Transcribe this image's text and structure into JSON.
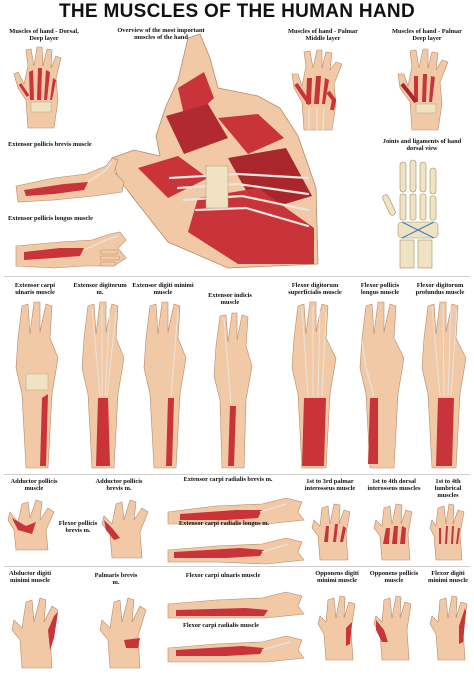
{
  "poster": {
    "title": "THE MUSCLES OF THE HUMAN HAND"
  },
  "panels_top": [
    {
      "key": "dorsal_deep",
      "title": "Muscles of hand - Dorsal, Deep layer"
    },
    {
      "key": "overview",
      "title": "Overview of the most important muscles of the hand"
    },
    {
      "key": "palmar_middle",
      "title": "Muscles of hand - Palmar Middle layer"
    },
    {
      "key": "palmar_deep",
      "title": "Muscles of hand - Palmar Deep layer"
    }
  ],
  "panels_side": [
    {
      "key": "epb",
      "title": "Extensor pollicis brevis muscle"
    },
    {
      "key": "epl",
      "title": "Extensor pollicis longus muscle"
    },
    {
      "key": "joints",
      "title": "Joints and ligaments of hand dorsal view"
    }
  ],
  "panels_middle": [
    {
      "key": "ecu",
      "title": "Extensor carpi ulnaris muscle"
    },
    {
      "key": "ed",
      "title": "Extensor digitorum m."
    },
    {
      "key": "edm",
      "title": "Extensor digiti minimi muscle"
    },
    {
      "key": "ei",
      "title": "Extensor indicis muscle"
    },
    {
      "key": "fds",
      "title": "Flexor digitorum superficialis muscle"
    },
    {
      "key": "fpl",
      "title": "Flexor pollicis longus muscle"
    },
    {
      "key": "fdp",
      "title": "Flexor digitorum profundus muscle"
    }
  ],
  "panels_bottom": [
    {
      "key": "adductor_pollicis",
      "title": "Adductor pollicis muscle"
    },
    {
      "key": "adductor_pollicis_b",
      "title": "Adductor pollicis brevis m."
    },
    {
      "key": "ecrb",
      "title": "Extensor carpi radialis brevis m."
    },
    {
      "key": "palmar_interossei",
      "title": "1st to 3rd palmar interosseus muscle"
    },
    {
      "key": "dorsal_interossei",
      "title": "1st to 4th dorsal interosseus muscles"
    },
    {
      "key": "lumbricals",
      "title": "1st to 4th lumbrical muscles"
    },
    {
      "key": "fpb",
      "title": "Flexor pollicis brevis m."
    },
    {
      "key": "ecrl",
      "title": "Extensor carpi radialis longus m."
    },
    {
      "key": "adm",
      "title": "Abductor digiti minimi muscle"
    },
    {
      "key": "palmaris_brevis",
      "title": "Palmaris brevis m."
    },
    {
      "key": "fcu",
      "title": "Flexor carpi ulnaris muscle"
    },
    {
      "key": "odm",
      "title": "Opponens digiti minimi muscle"
    },
    {
      "key": "opp_pollicis",
      "title": "Opponens pollicis muscle"
    },
    {
      "key": "fdm",
      "title": "Flexor digiti minimi muscle"
    },
    {
      "key": "fcr",
      "title": "Flexor carpi radialis muscle"
    }
  ],
  "colors": {
    "muscle": "#c8343a",
    "muscle_dark": "#8f1f24",
    "skin": "#f2c9a6",
    "bone": "#efe3c4",
    "tendon": "#e9e4dc",
    "nerve": "#e8c95a"
  }
}
